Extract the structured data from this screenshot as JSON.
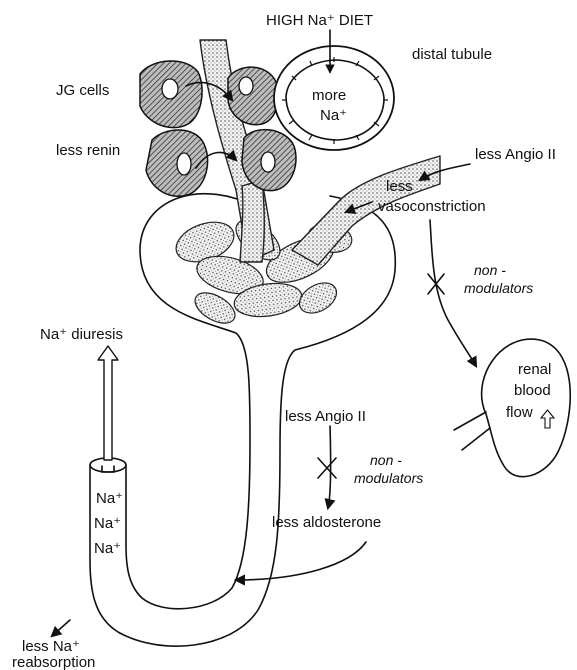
{
  "labels": {
    "high_na_diet": "HIGH Na⁺ DIET",
    "distal_tubule": "distal tubule",
    "jg_cells": "JG cells",
    "less_renin": "less renin",
    "more": "more",
    "na_in_tubule": "Na⁺",
    "less_angio_ii_top": "less Angio II",
    "less": "less",
    "vasoconstriction": "vasoconstriction",
    "non_top": "non -",
    "modulators_top": "modulators",
    "renal": "renal",
    "blood": "blood",
    "flow": "flow",
    "na_diuresis": "Na⁺ diuresis",
    "less_angio_ii_mid": "less Angio II",
    "non_mid": "non -",
    "modulators_mid": "modulators",
    "less_aldosterone": "less aldosterone",
    "na_1": "Na⁺",
    "na_2": "Na⁺",
    "na_3": "Na⁺",
    "less_na": "less Na⁺",
    "reabsorption": "reabsorption"
  }
}
